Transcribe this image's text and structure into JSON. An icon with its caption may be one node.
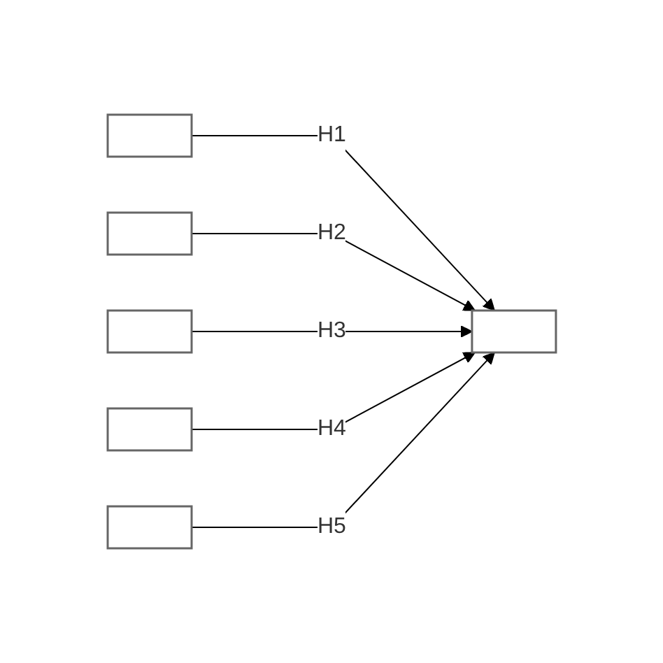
{
  "diagram": {
    "nodes": [
      {
        "text": [],
        "shape": "box"
      },
      {
        "text": [],
        "shape": "box"
      },
      {
        "text": [],
        "shape": "box"
      },
      {
        "text": [],
        "shape": "box"
      },
      {
        "text": [],
        "shape": "box"
      },
      {
        "text": [],
        "shape": "box"
      }
    ],
    "edges": [
      {
        "from": 0,
        "to": 5,
        "arrow": "to",
        "label": "H1"
      },
      {
        "from": 1,
        "to": 5,
        "arrow": "to",
        "label": "H2"
      },
      {
        "from": 2,
        "to": 5,
        "arrow": "to",
        "label": "H3"
      },
      {
        "from": 3,
        "to": 5,
        "arrow": "to",
        "label": "H4"
      },
      {
        "from": 4,
        "to": 5,
        "arrow": "to",
        "label": "H5"
      }
    ]
  }
}
